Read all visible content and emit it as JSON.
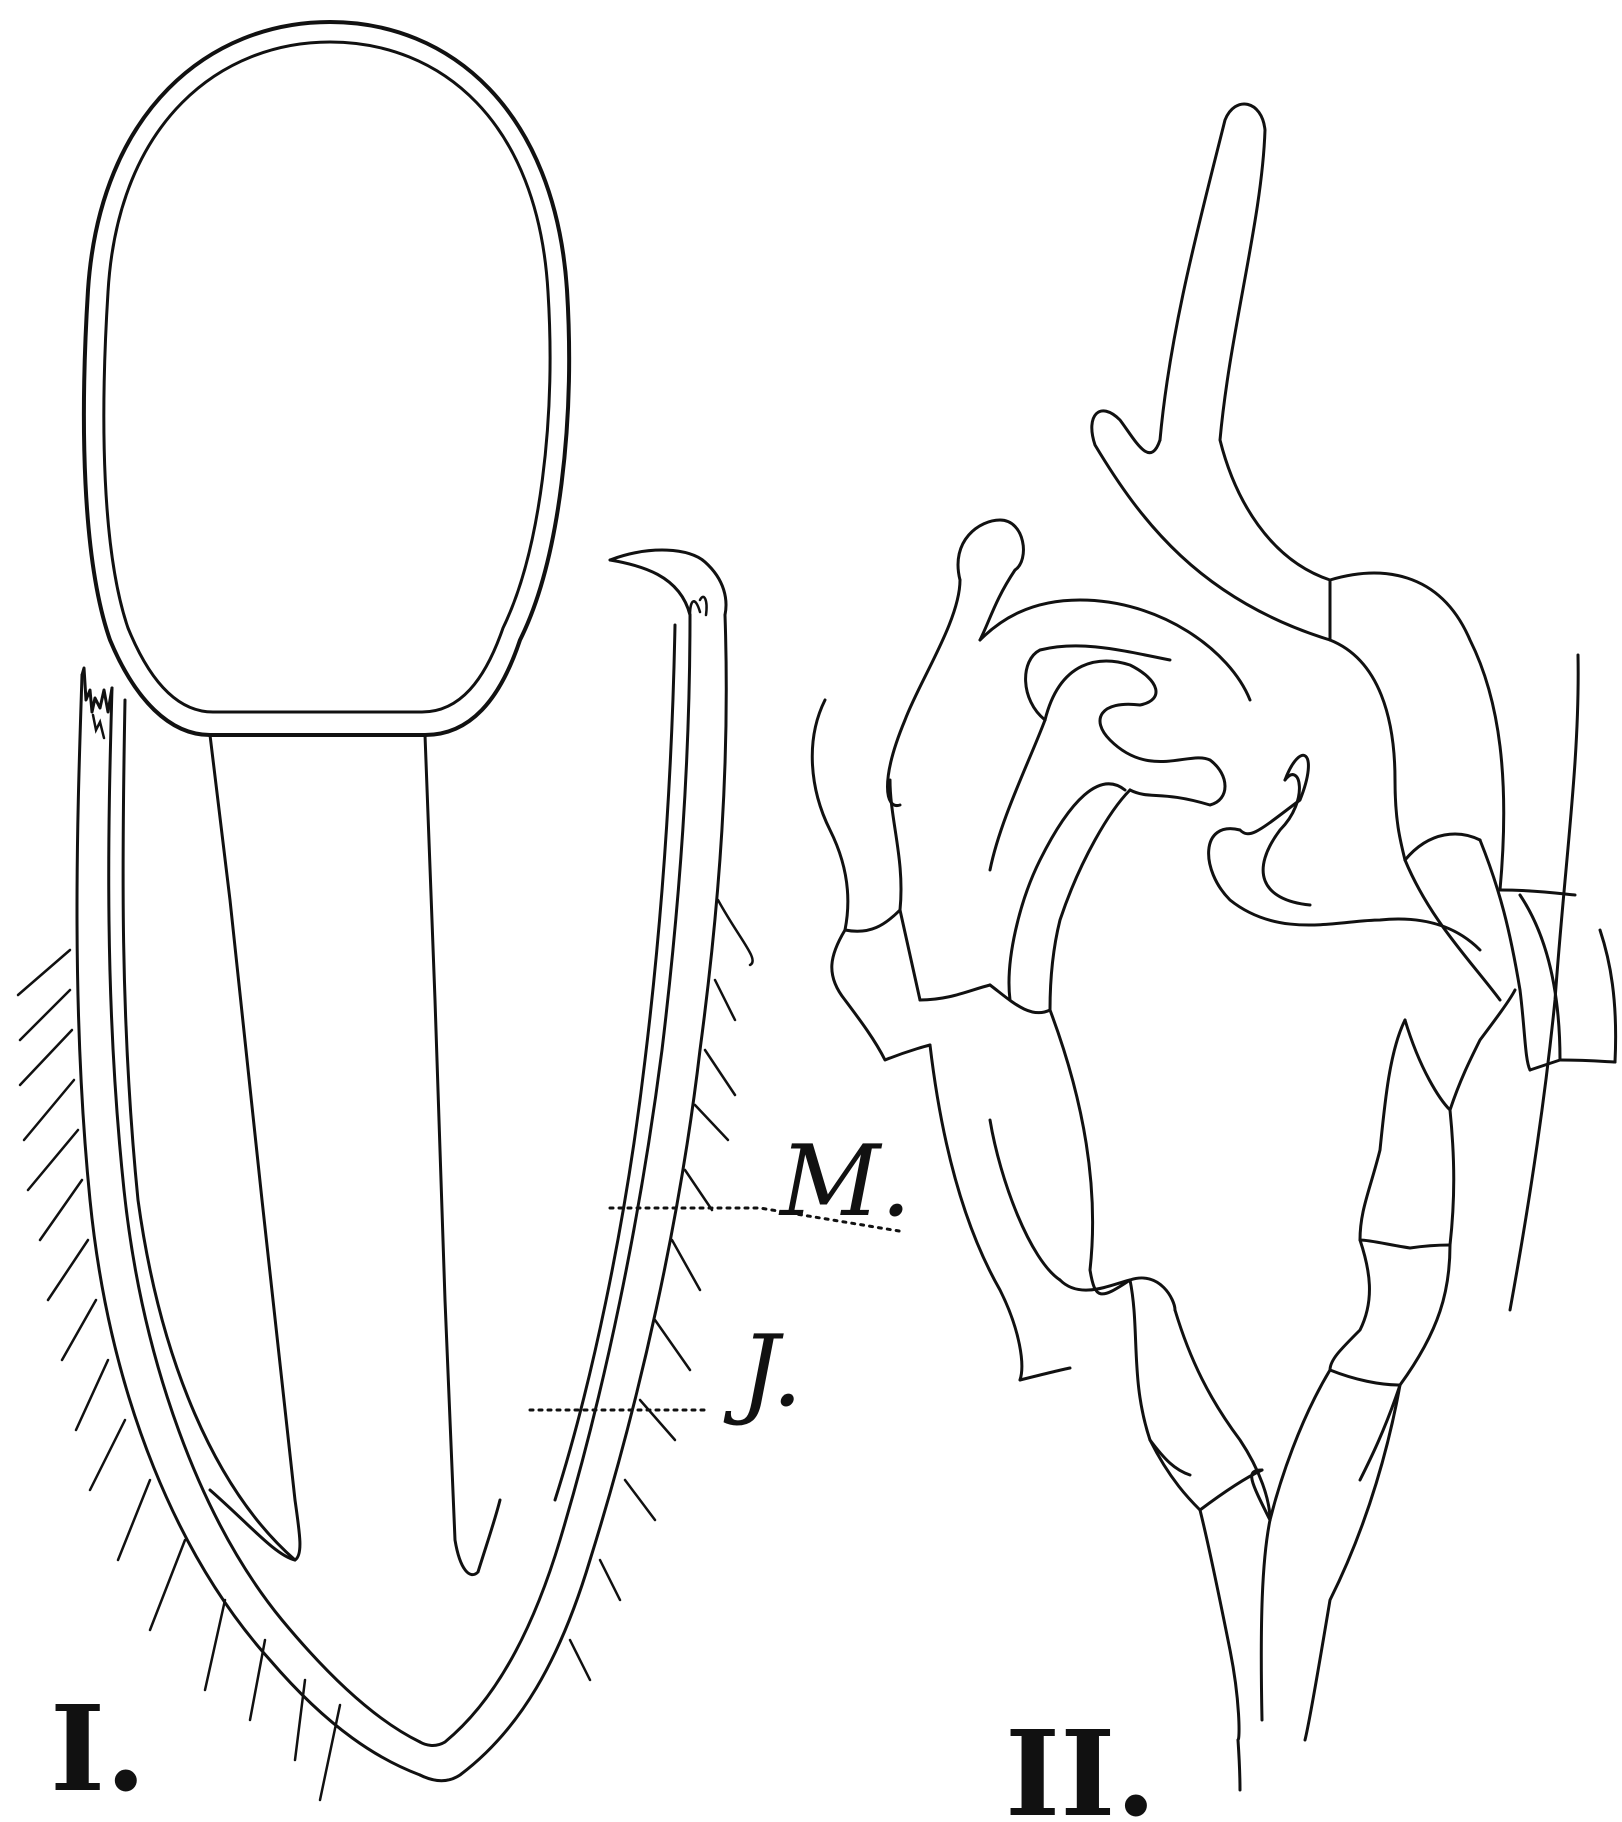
{
  "figures": [
    {
      "id": "I",
      "numeral": "I.",
      "labels": [
        {
          "text": "M."
        },
        {
          "text": "J."
        }
      ]
    },
    {
      "id": "II",
      "numeral": "II."
    }
  ],
  "colors": {
    "ink": "#111111",
    "paper": "#ffffff"
  }
}
